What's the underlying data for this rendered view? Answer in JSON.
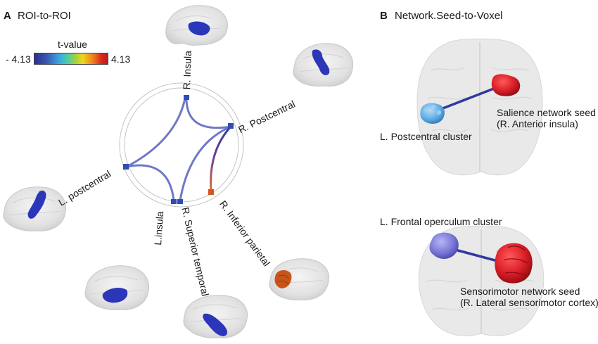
{
  "panels": {
    "a": {
      "letter": "A",
      "title": "ROI-to-ROI"
    },
    "b": {
      "letter": "B",
      "title": "Network.Seed-to-Voxel"
    }
  },
  "colorbar": {
    "title": "t-value",
    "min_label": "- 4.13",
    "max_label": "4.13"
  },
  "roi_labels": {
    "r_insula": "R. Insula",
    "r_postcentral": "R. Postcentral",
    "l_postcentral": "L. postcentral",
    "l_insula": "L.insula",
    "r_superior_temporal": "R. Superior temporal",
    "r_inferior_parietal": "R. Inferior parietal"
  },
  "seed_labels": {
    "salience_seed_line1": "Salience network seed",
    "salience_seed_line2": "(R. Anterior insula)",
    "postcentral_cluster": "L. Postcentral cluster",
    "frontal_operculum_cluster": "L. Frontal operculum cluster",
    "sensorimotor_seed_line1": "Sensorimotor network seed",
    "sensorimotor_seed_line2": "(R. Lateral sensorimotor cortex)"
  },
  "colors": {
    "negative_connection": "#6f78c6",
    "negative_strong": "#2f3a9e",
    "positive_connection": "#e0703a",
    "roi_node": "#2f4db3",
    "roi_node_positive": "#d4551f",
    "brain_region_blue": "#2c36b8",
    "brain_region_orange": "#c8561a",
    "seed_red": "#d81d26",
    "cluster_light_blue": "#62aee6",
    "cluster_violet": "#7a78d8"
  }
}
